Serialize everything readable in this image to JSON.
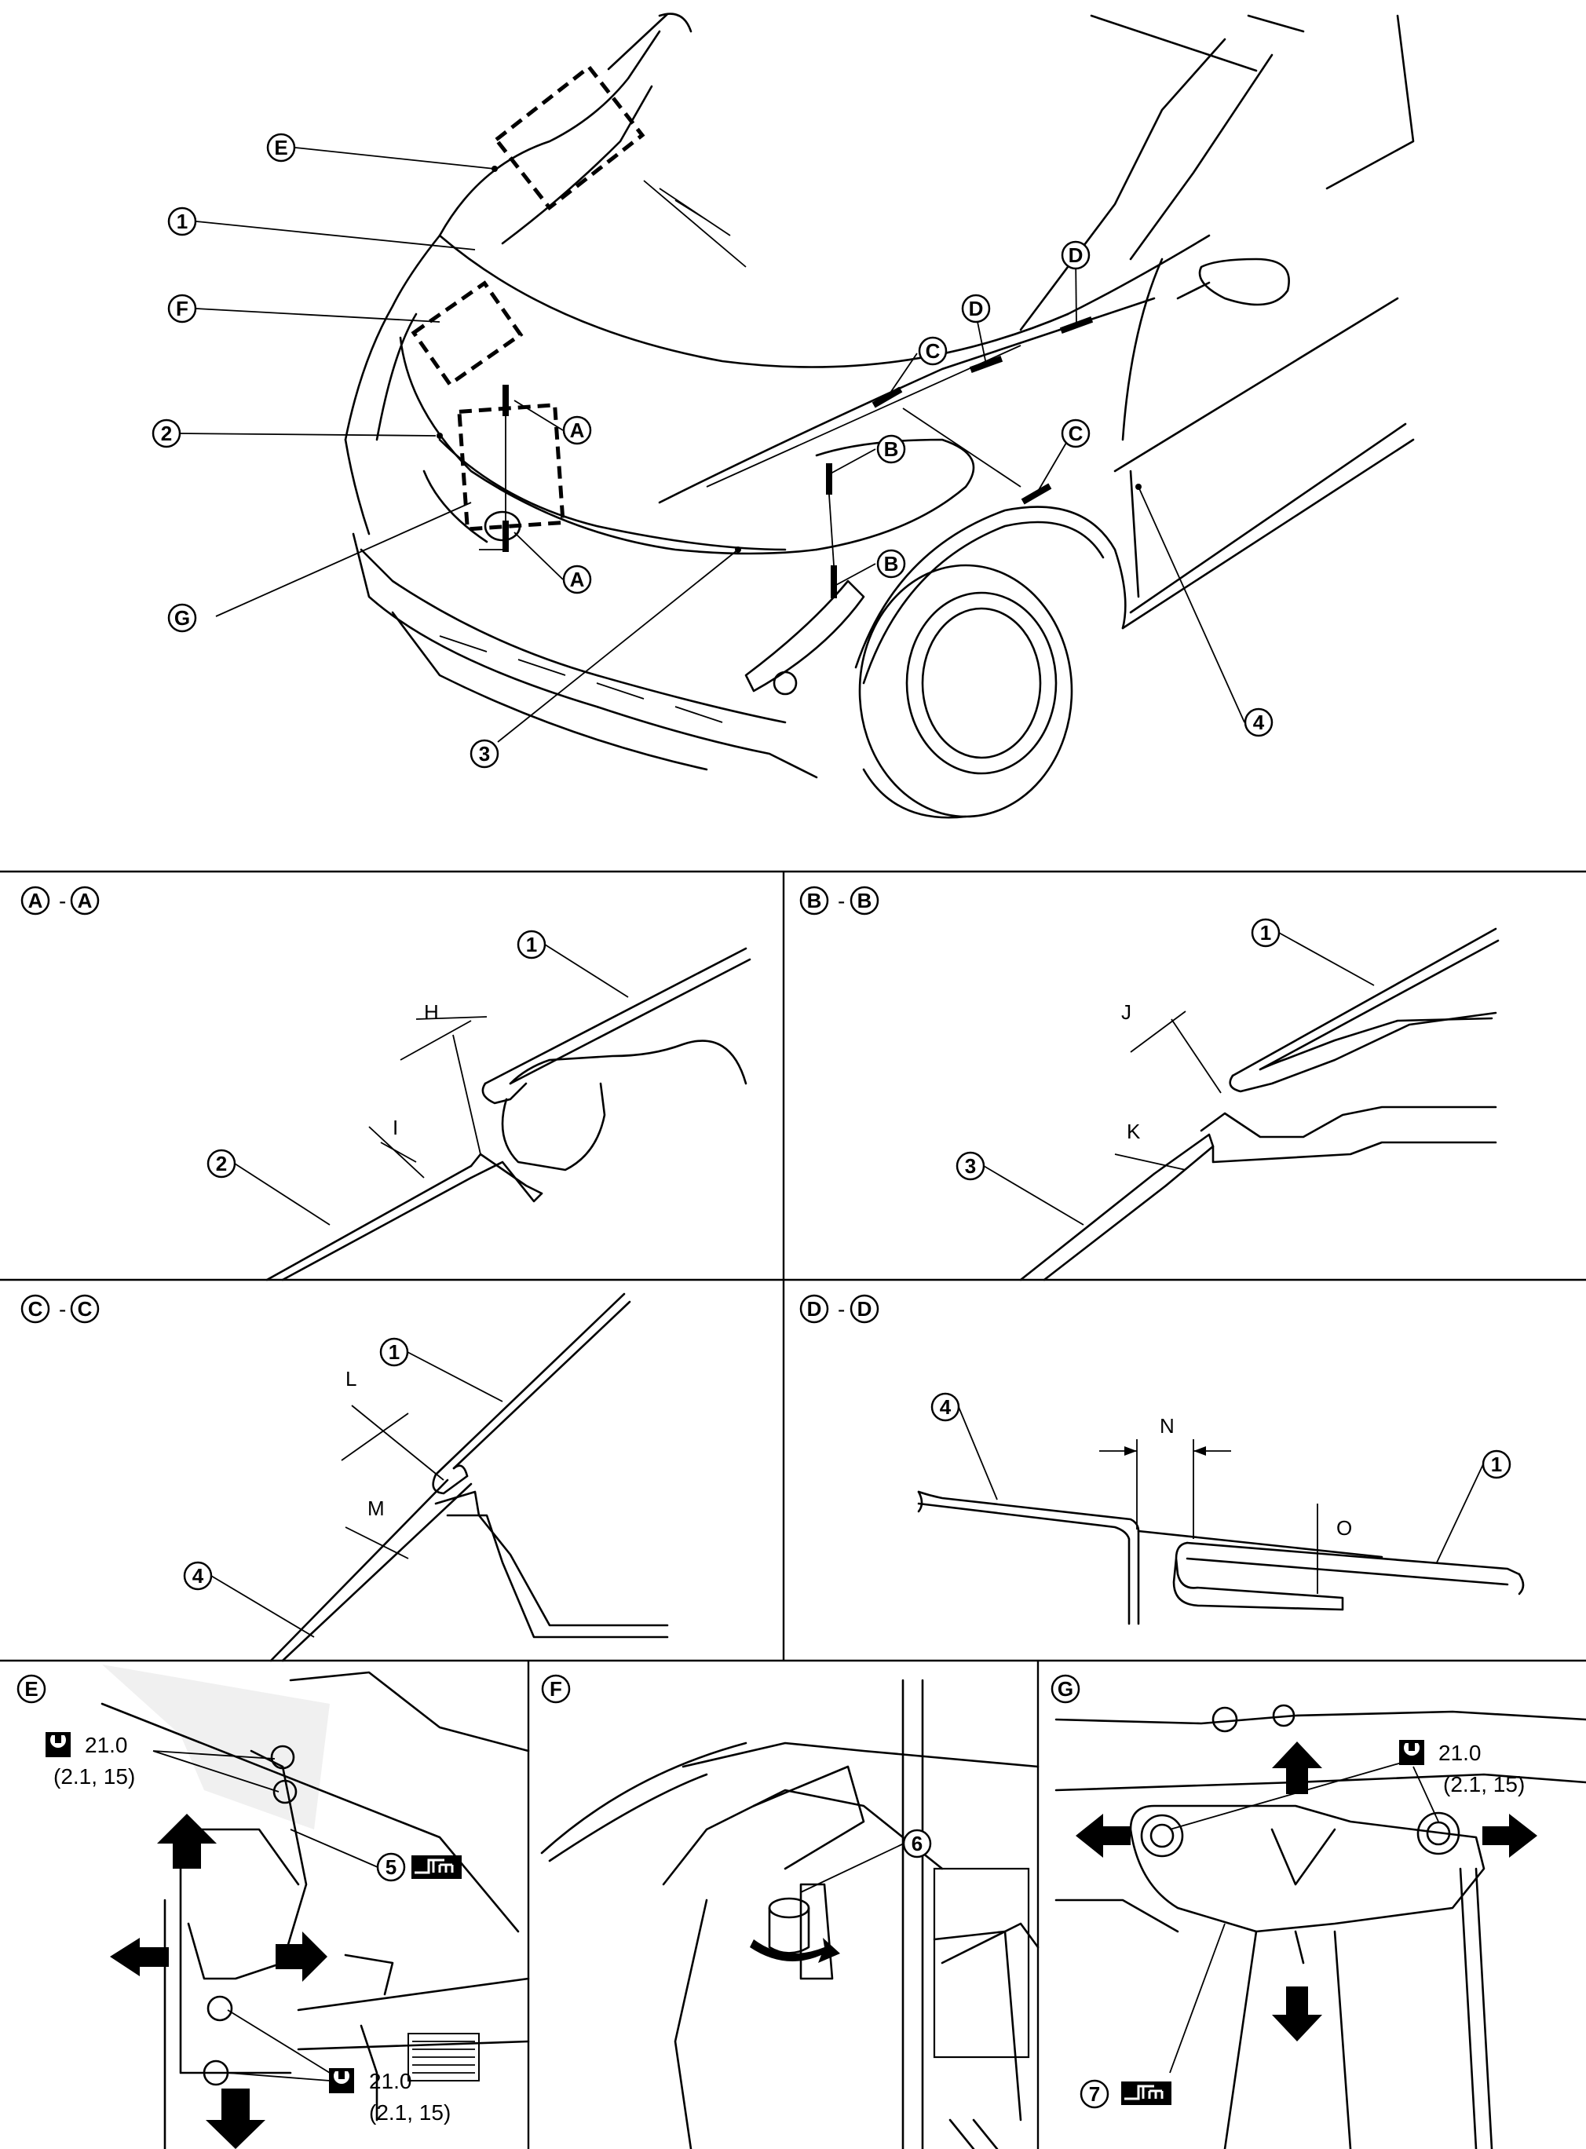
{
  "main_view": {
    "callouts": {
      "E": "E",
      "F": "F",
      "G": "G",
      "c1": "1",
      "c2": "2",
      "c3": "3",
      "c4": "4",
      "A_top": "A",
      "A_bottom": "A",
      "B_top": "B",
      "B_bottom": "B",
      "C_left": "C",
      "C_right": "C",
      "D_left": "D",
      "D_right": "D"
    }
  },
  "sections": {
    "aa": {
      "title_a": "A",
      "title_sep": "-",
      "title_b": "A",
      "part_top": "1",
      "part_bottom": "2",
      "gap1": "H",
      "gap2": "I"
    },
    "bb": {
      "title_a": "B",
      "title_sep": "-",
      "title_b": "B",
      "part_top": "1",
      "part_bottom": "3",
      "gap1": "J",
      "gap2": "K"
    },
    "cc": {
      "title_a": "C",
      "title_sep": "-",
      "title_b": "C",
      "part_top": "1",
      "part_bottom": "4",
      "gap1": "L",
      "gap2": "M"
    },
    "dd": {
      "title_a": "D",
      "title_sep": "-",
      "title_b": "D",
      "part_left": "4",
      "part_right": "1",
      "gap1": "N",
      "gap2": "O"
    }
  },
  "details": {
    "e": {
      "title": "E",
      "part": "5",
      "torque_top": "21.0",
      "torque_top_units": "(2.1, 15)",
      "torque_bottom": "21.0",
      "torque_bottom_units": "(2.1, 15)",
      "icons": [
        "torque-wrench-icon",
        "grease-icon"
      ]
    },
    "f": {
      "title": "F",
      "part": "6"
    },
    "g": {
      "title": "G",
      "part": "7",
      "torque": "21.0",
      "torque_units": "(2.1, 15)",
      "icons": [
        "torque-wrench-icon",
        "grease-icon"
      ]
    }
  }
}
